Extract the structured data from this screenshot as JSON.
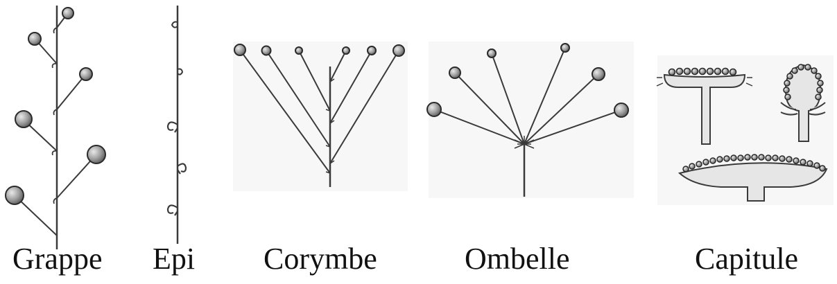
{
  "labels": {
    "grappe": "Grappe",
    "epi": "Epi",
    "corymbe": "Corymbe",
    "ombelle": "Ombelle",
    "capitule": "Capitule"
  },
  "colors": {
    "stem": "#3a3a3a",
    "flower": "#9a9a9a",
    "flower_outline": "#2a2a2a",
    "receptacle_fill": "#e6e6e6",
    "panel_bg": "#f7f7f7"
  }
}
